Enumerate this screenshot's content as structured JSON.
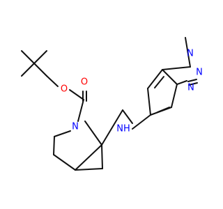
{
  "molecule": {
    "atom_colors": {
      "oxygen": "#ff0000",
      "nitrogen": "#0000ff",
      "carbon": "#000000"
    },
    "labels": {
      "ester_oxygen": "O",
      "carbonyl_oxygen": "O",
      "pyrrolidine_nitrogen": "N",
      "amine_nitrogen": "NH",
      "triazole_n1": "N",
      "triazole_n2": "N",
      "triazole_n3": "N"
    }
  }
}
